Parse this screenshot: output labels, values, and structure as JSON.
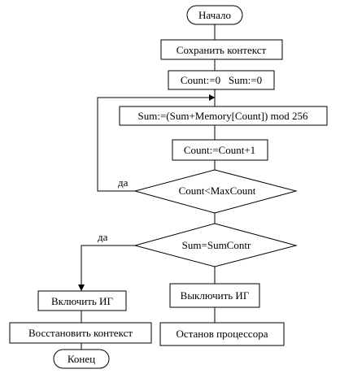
{
  "nodes": {
    "start": "Начало",
    "save_context": "Сохранить контекст",
    "init": "Count:=0   Sum:=0",
    "sum_update": "Sum:=(Sum+Memory[Count]) mod 256",
    "count_increment": "Count:=Count+1",
    "loop_condition": "Count<MaxCount",
    "checksum_condition": "Sum=SumContr",
    "enable_ig": "Включить ИГ",
    "disable_ig": "Выключить ИГ",
    "restore_context": "Восстановить контекст",
    "halt_processor": "Останов процессора",
    "end": "Конец"
  },
  "edge_labels": {
    "loop_yes": "да",
    "checksum_yes": "да"
  }
}
